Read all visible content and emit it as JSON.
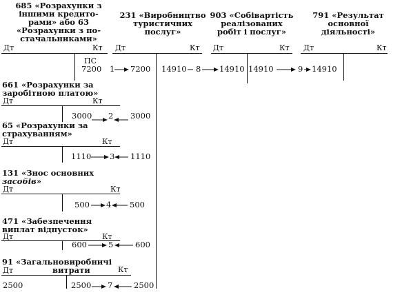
{
  "accounts": {
    "a685": {
      "title_lines": [
        "685 «Розрахунки з",
        "іншими кредито-",
        "рами» або 63",
        "«Розрахунки з по-",
        "стачальниками»"
      ],
      "dt": "Дт",
      "kt": "Кт",
      "opening_label": "ПС",
      "opening_value": "7200"
    },
    "a231": {
      "title_lines": [
        "231 «Виробництво",
        "туристичних",
        "послуг»"
      ],
      "dt": "Дт",
      "kt": "Кт"
    },
    "a903": {
      "title_lines": [
        "903 «Собівартість",
        "реалізованих",
        "робіт і послуг»"
      ],
      "dt": "Дт",
      "kt": "Кт"
    },
    "a791": {
      "title_lines": [
        "791 «Результат",
        "основної",
        "діяльності»"
      ],
      "dt": "Дт",
      "kt": "Кт"
    },
    "a661": {
      "title_lines": [
        "661 «Розрахунки за",
        "заробітною платою»"
      ],
      "dt": "Дт",
      "kt": "Кт"
    },
    "a65": {
      "title_lines": [
        "65 «Розрахунки за",
        "страхуванням»"
      ],
      "dt": "Дт",
      "kt": "Кт"
    },
    "a131": {
      "title_lines": [
        "131 «Знос основних",
        "засобів»"
      ],
      "dt": "Дт",
      "kt": "Кт"
    },
    "a471": {
      "title_lines": [
        "471 «Забезпечення",
        "виплат відпусток»"
      ],
      "dt": "Дт",
      "kt": "Кт"
    },
    "a91": {
      "title_line1": "91 «Загальновиробничі",
      "title_line2": "витрати",
      "dt": "Дт",
      "kt": "Кт"
    }
  },
  "entries": [
    {
      "num": "1",
      "from_value": "7200",
      "to_value": "7200"
    },
    {
      "num": "2",
      "from_value": "3000",
      "to_value": "3000"
    },
    {
      "num": "3",
      "from_value": "1110",
      "to_value": "1110"
    },
    {
      "num": "4",
      "from_value": "500",
      "to_value": "500"
    },
    {
      "num": "5",
      "from_value": "600",
      "to_value": "600"
    },
    {
      "num": "7",
      "from_value": "2500",
      "to_value": "2500"
    },
    {
      "num": "8",
      "from_value": "14910",
      "to_value": "14910"
    },
    {
      "num": "9",
      "from_value": "14910",
      "to_value": "14910"
    }
  ],
  "a91_debit_value": "2500"
}
